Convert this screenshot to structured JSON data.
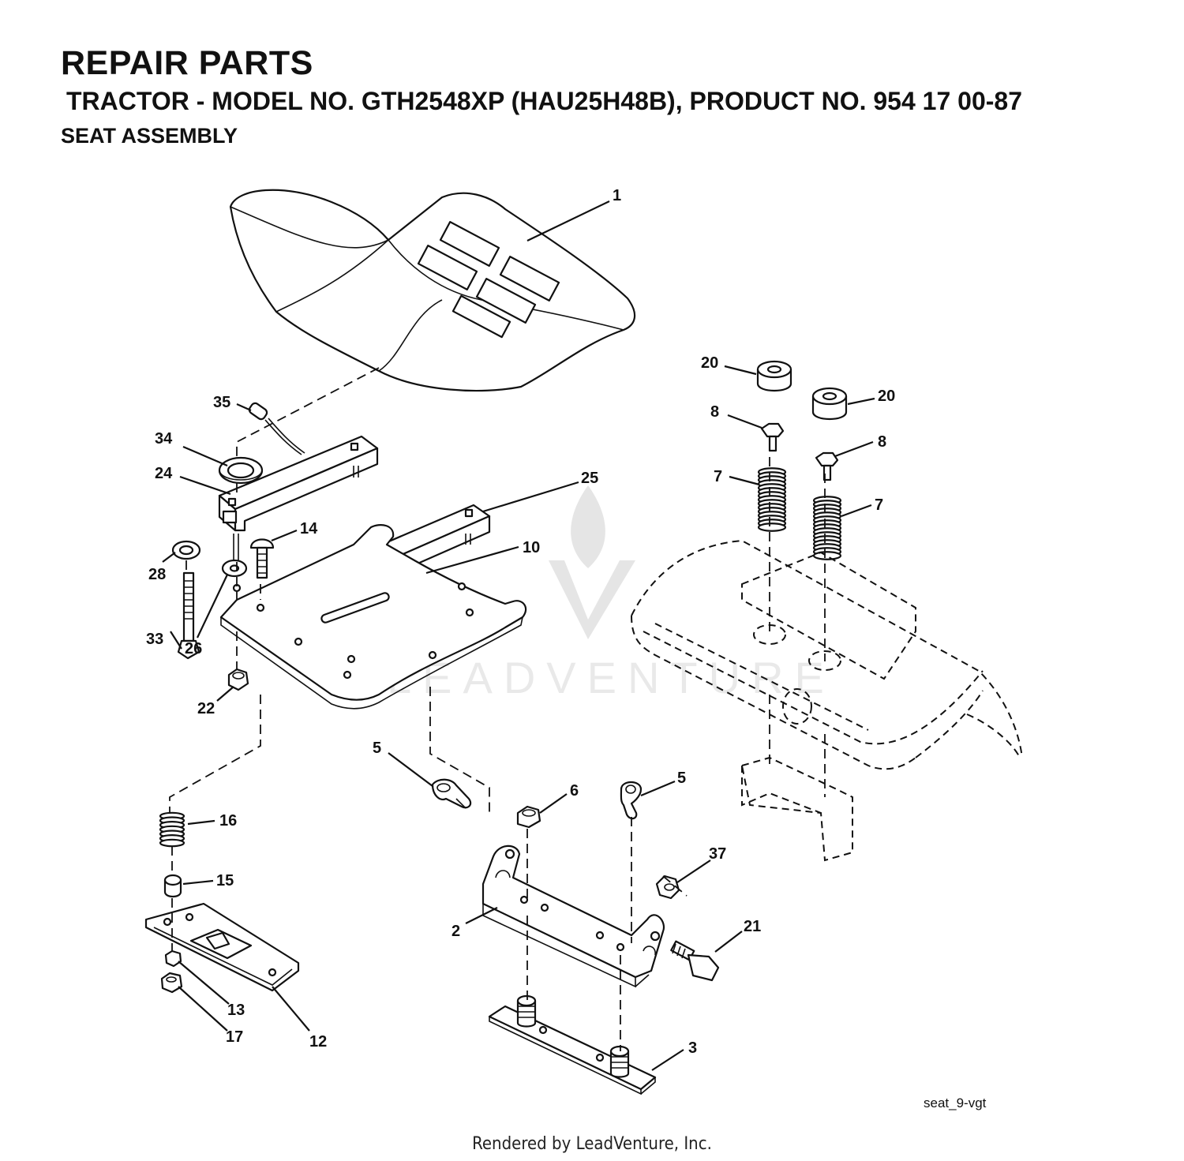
{
  "header": {
    "title": "REPAIR PARTS",
    "subtitle": "TRACTOR - MODEL NO. GTH2548XP (HAU25H48B), PRODUCT NO. 954 17 00-87",
    "section": "SEAT ASSEMBLY"
  },
  "callouts": {
    "c1": "1",
    "c20a": "20",
    "c20b": "20",
    "c8a": "8",
    "c8b": "8",
    "c35": "35",
    "c34": "34",
    "c24": "24",
    "c25": "25",
    "c7a": "7",
    "c7b": "7",
    "c14": "14",
    "c10": "10",
    "c28": "28",
    "c33": "33",
    "c26": "26",
    "c22": "22",
    "c5a": "5",
    "c5b": "5",
    "c6": "6",
    "c16": "16",
    "c37": "37",
    "c15": "15",
    "c21": "21",
    "c2": "2",
    "c13": "13",
    "c17": "17",
    "c12": "12",
    "c3": "3"
  },
  "watermark": {
    "text": "LEADVENTURE"
  },
  "drawing_code": "seat_9-vgt",
  "footer": "Rendered by LeadVenture, Inc."
}
